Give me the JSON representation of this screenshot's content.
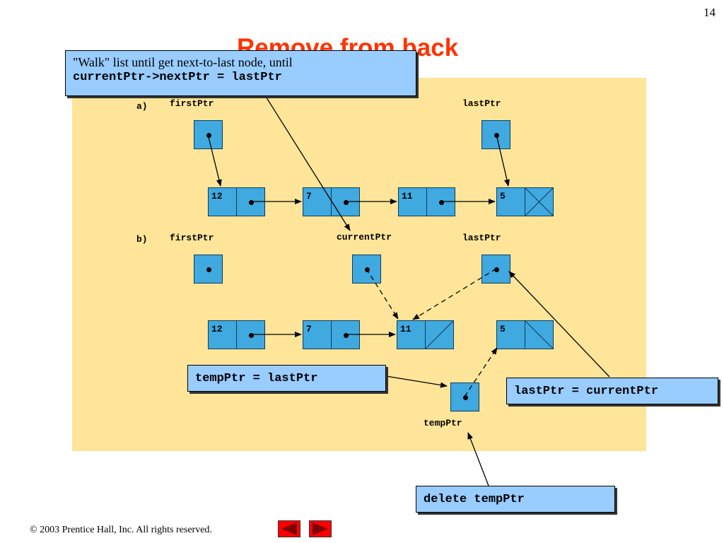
{
  "page_number": "14",
  "slide_title": "Remove from back",
  "callouts": {
    "walk_line1": "\"Walk\" list until get next-to-last node, until",
    "walk_line2": "currentPtr->nextPtr = lastPtr",
    "temp_assign": "tempPtr = lastPtr",
    "last_assign": "lastPtr = currentPtr",
    "delete": "delete tempPtr"
  },
  "diagram": {
    "part_a": {
      "label": "a)",
      "first_ptr_label": "firstPtr",
      "last_ptr_label": "lastPtr",
      "nodes": [
        "12",
        "7",
        "11",
        "5"
      ]
    },
    "part_b": {
      "label": "b)",
      "first_ptr_label": "firstPtr",
      "current_ptr_label": "currentPtr",
      "last_ptr_label": "lastPtr",
      "temp_ptr_label": "tempPtr",
      "nodes": [
        "12",
        "7",
        "11",
        "5"
      ]
    }
  },
  "footer": {
    "copyright_symbol": "©",
    "copyright": " 2003 Prentice Hall, Inc.  All rights reserved."
  },
  "colors": {
    "title": "#ff3300",
    "panel": "#ffe599",
    "node": "#3fa9e0",
    "callout": "#99ccff",
    "nav": "#ff0000"
  }
}
